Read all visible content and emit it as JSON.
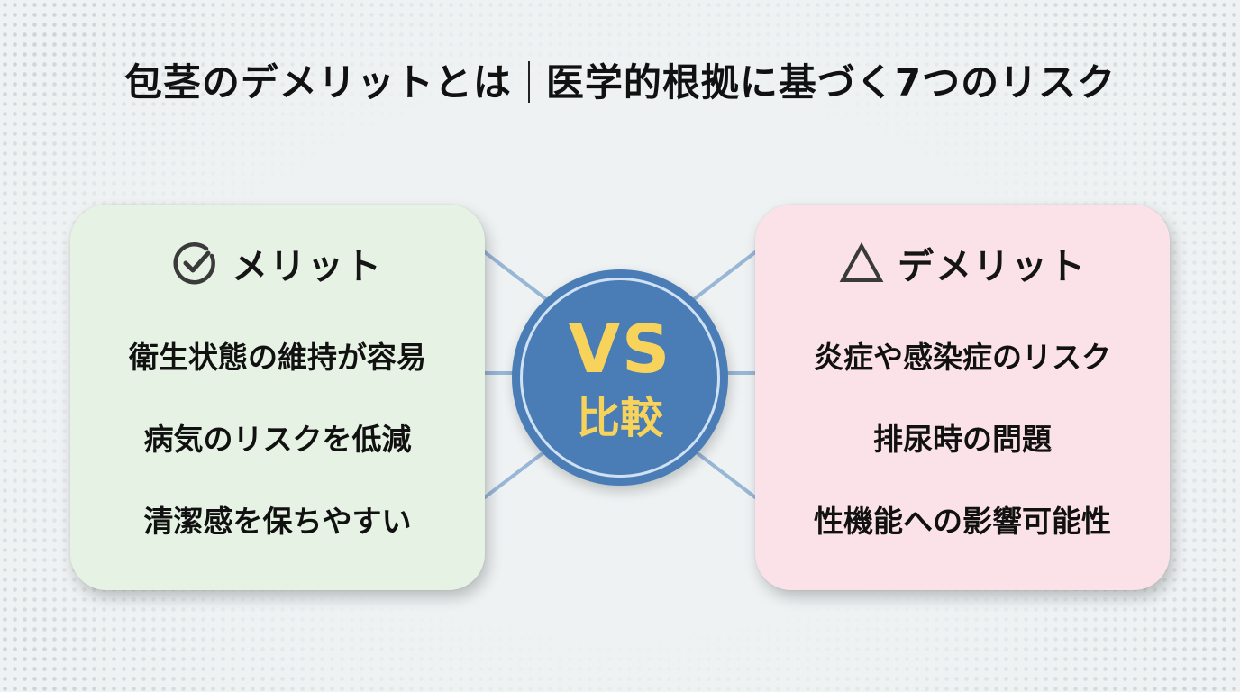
{
  "title": {
    "left": "包茎のデメリットとは",
    "right": "医学的根拠に基づく7つのリスク"
  },
  "merit": {
    "icon": "check-circle-icon",
    "label": "メリット",
    "items": [
      "衛生状態の維持が容易",
      "病気のリスクを低減",
      "清潔感を保ちやすい"
    ],
    "bg_color": "#e6f3e4"
  },
  "demerit": {
    "icon": "warning-triangle-icon",
    "label": "デメリット",
    "items": [
      "炎症や感染症のリスク",
      "排尿時の問題",
      "性機能への影響可能性"
    ],
    "bg_color": "#fae2e8"
  },
  "center": {
    "vs_label": "VS",
    "sub_label": "比較",
    "circle_color": "#4a7db5",
    "text_color": "#f7d35c"
  }
}
